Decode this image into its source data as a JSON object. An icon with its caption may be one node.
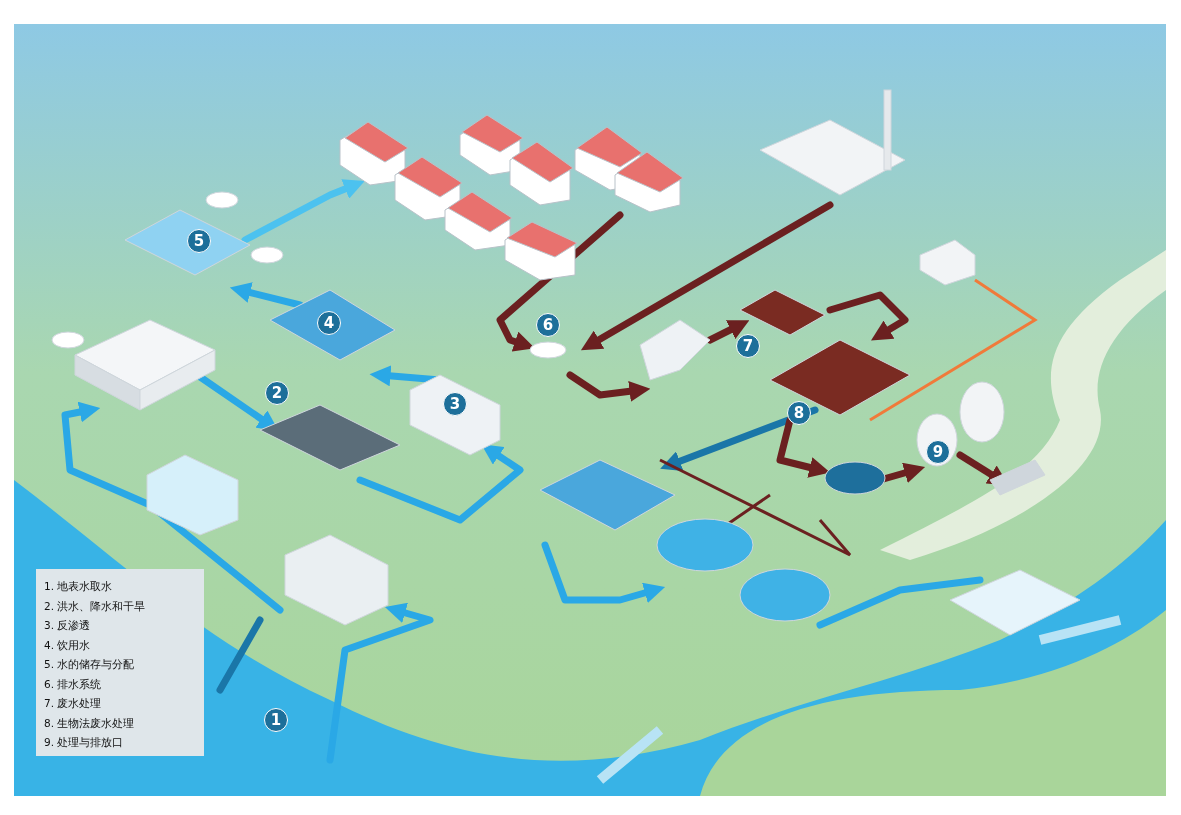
{
  "diagram": {
    "labels": [
      "5",
      "4",
      "6",
      "7",
      "2",
      "3",
      "8",
      "9",
      "1",
      "1. 地表水取水",
      "2. 洪水、降水和干旱",
      "3. 反渗透",
      "4. 饮用水",
      "5. 水的储存与分配",
      "6. 排水系统",
      "7. 废水处理",
      "8. 生物法废水处理",
      "9. 处理与排放口"
    ]
  }
}
